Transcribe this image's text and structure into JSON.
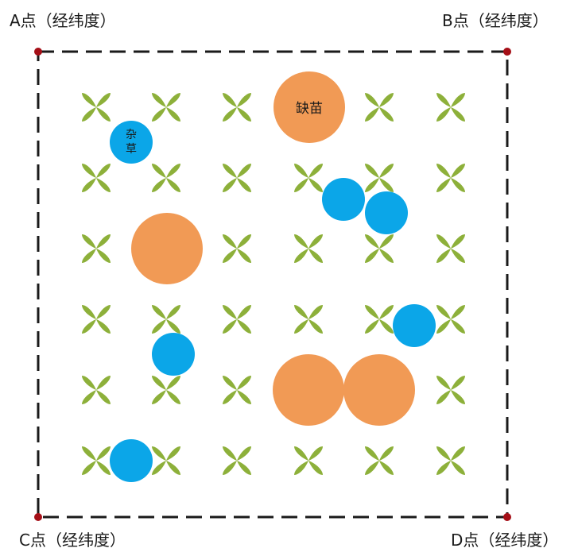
{
  "corners": {
    "a": "A点（经纬度）",
    "b": "B点（经纬度）",
    "c": "C点（经纬度）",
    "d": "D点（经纬度）"
  },
  "labels": {
    "missing_seedling": "缺苗",
    "weed_line1": "杂",
    "weed_line2": "草"
  },
  "colors": {
    "plant": "#8DB03A",
    "weed": "#0BA6E8",
    "missing": "#F19A55",
    "border": "#1a1a1a",
    "corner_dot": "#A50F17"
  }
}
